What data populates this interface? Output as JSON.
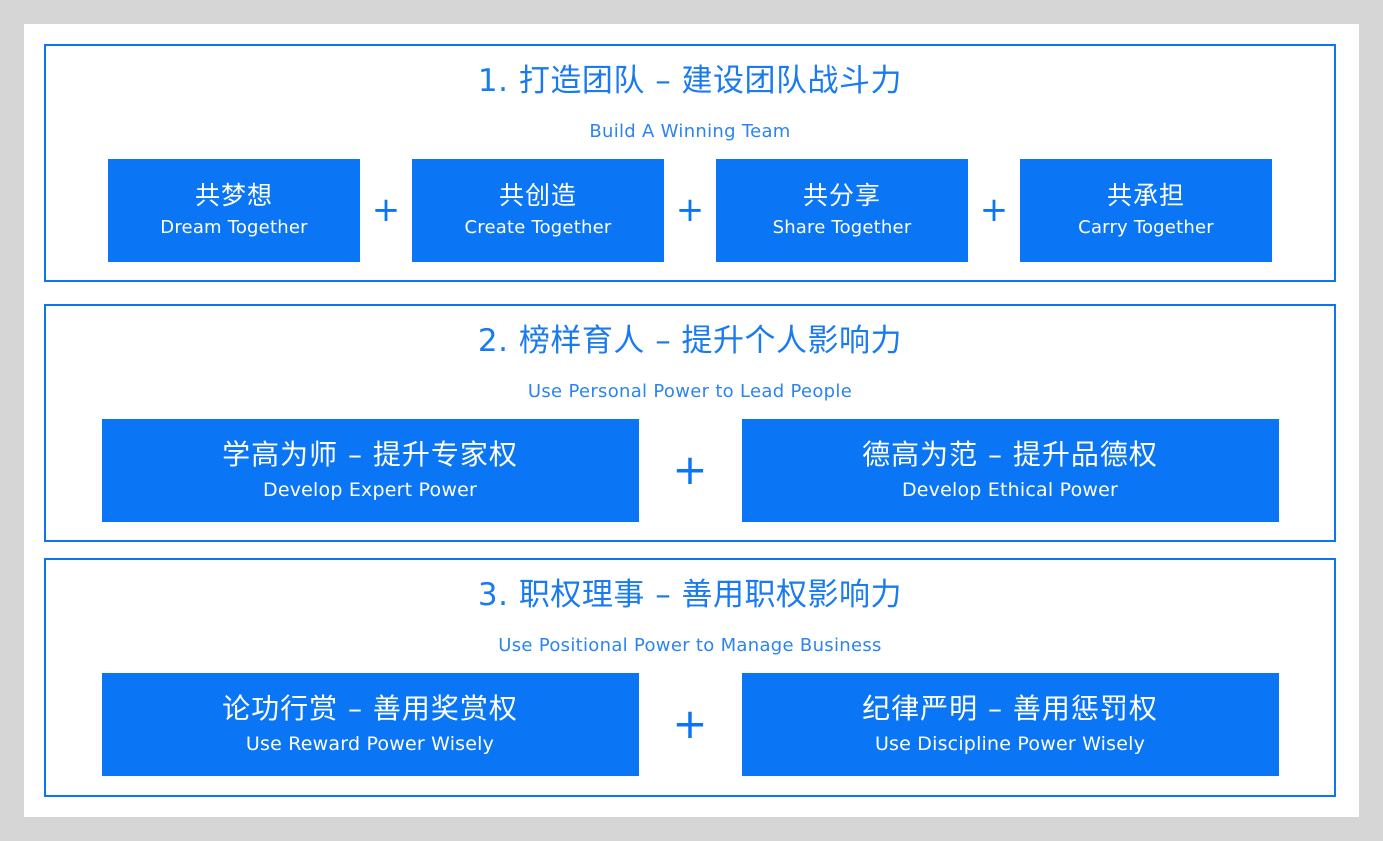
{
  "theme": {
    "page_background": "#d6d6d6",
    "sheet_background": "#ffffff",
    "panel_border": "#0b76f0",
    "box_fill": "#0a76f5",
    "heading_color": "#1a7bf0",
    "subheading_color": "#2b84f2",
    "box_text_color": "#ffffff"
  },
  "plus_symbol": "+",
  "sections": [
    {
      "title_cn": "1. 打造团队 – 建设团队战斗力",
      "title_en": "Build A Winning Team",
      "layout": "quad",
      "items": [
        {
          "cn": "共梦想",
          "en": "Dream Together"
        },
        {
          "cn": "共创造",
          "en": "Create Together"
        },
        {
          "cn": "共分享",
          "en": "Share Together"
        },
        {
          "cn": "共承担",
          "en": "Carry Together"
        }
      ]
    },
    {
      "title_cn": "2. 榜样育人 – 提升个人影响力",
      "title_en": "Use Personal Power to Lead People",
      "layout": "duo",
      "items": [
        {
          "cn": "学高为师 – 提升专家权",
          "en": "Develop Expert Power"
        },
        {
          "cn": "德高为范 – 提升品德权",
          "en": "Develop Ethical Power"
        }
      ]
    },
    {
      "title_cn": "3. 职权理事 – 善用职权影响力",
      "title_en": "Use Positional Power to Manage Business",
      "layout": "duo",
      "items": [
        {
          "cn": "论功行赏 – 善用奖赏权",
          "en": "Use Reward Power Wisely"
        },
        {
          "cn": "纪律严明 – 善用惩罚权",
          "en": "Use Discipline Power Wisely"
        }
      ]
    }
  ]
}
